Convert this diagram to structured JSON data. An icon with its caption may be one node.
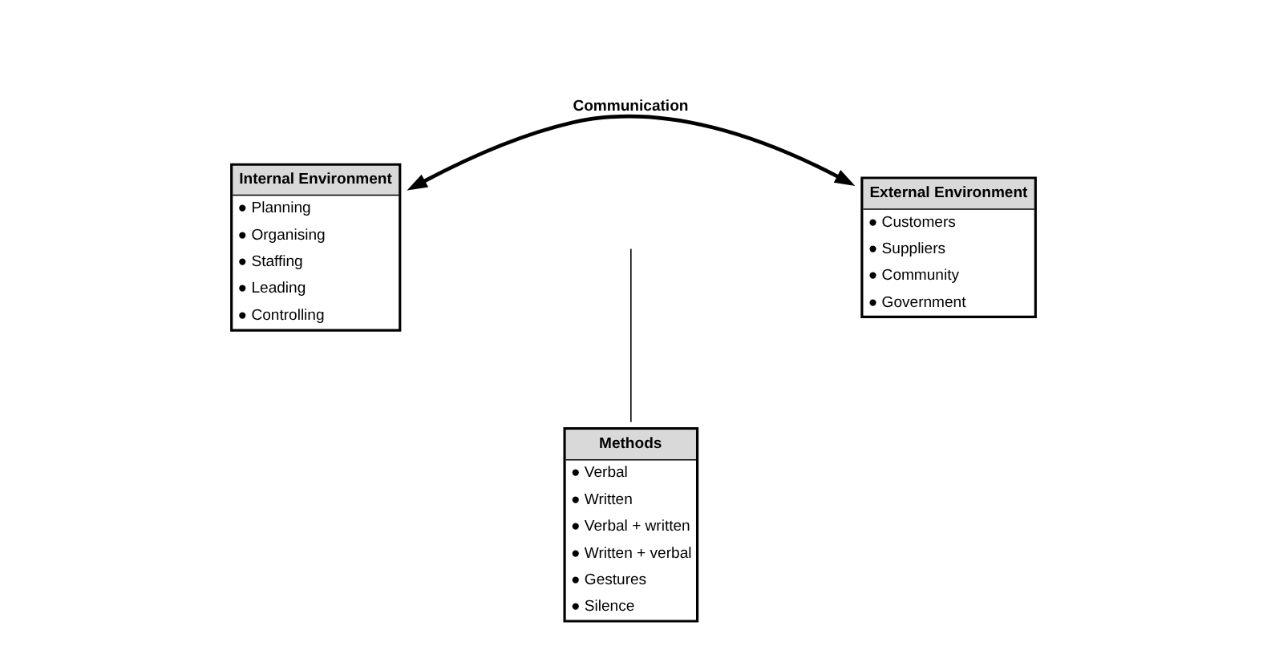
{
  "diagram": {
    "nodes": [
      {
        "text": [
          "Internal Environment",
          "● Planning",
          "● Organising",
          "● Staffing",
          "● Leading",
          "● Controlling"
        ]
      },
      {
        "text": [
          "External Environment",
          "● Customers",
          "● Suppliers",
          "● Community",
          "● Government"
        ]
      },
      {
        "text": [
          "Methods",
          "● Verbal",
          "● Written",
          "● Verbal + written",
          "● Written + verbal",
          "● Gestures",
          "● Silence"
        ]
      }
    ],
    "edges": [
      {
        "from": 0,
        "to": 1,
        "arrow": "both",
        "label": "Communication",
        "style": "thick"
      },
      {
        "from": null,
        "to": 2,
        "arrow": "none"
      }
    ]
  }
}
